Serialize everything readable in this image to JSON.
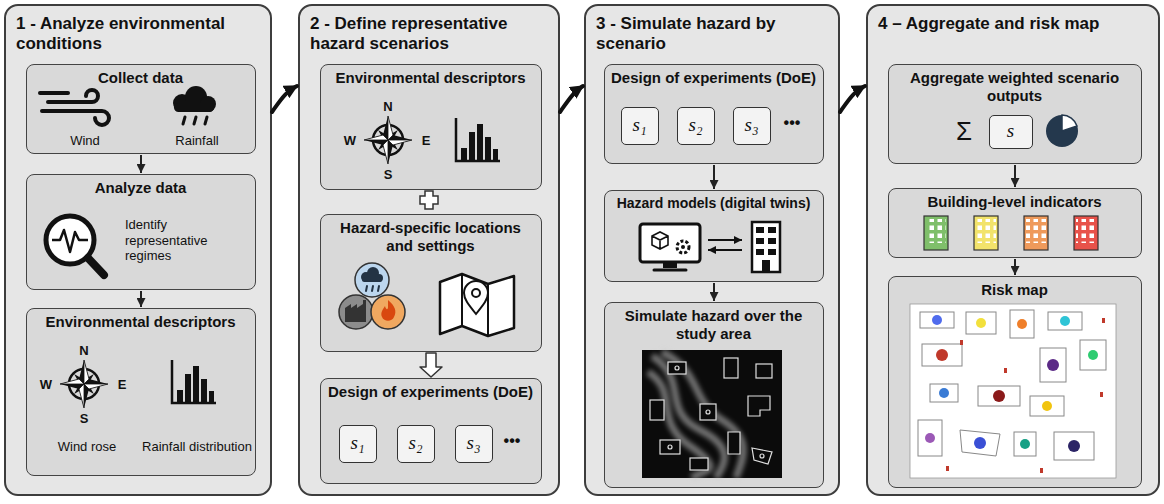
{
  "diagram": {
    "nodes": [
      {
        "text": [
          "1 - Analyze environmental conditions"
        ]
      },
      {
        "text": [
          "Collect data",
          "Wind",
          "Rainfall"
        ],
        "in": 0
      },
      {
        "text": [
          "Analyze data",
          "Identify representative regimes"
        ],
        "in": 0
      },
      {
        "text": [
          "Environmental descriptors",
          "Wind rose",
          "Rainfall distribution"
        ],
        "in": 0
      },
      {
        "text": [
          "2 - Define representative hazard scenarios"
        ]
      },
      {
        "text": [
          "Environmental descriptors"
        ],
        "in": 4
      },
      {
        "text": [
          "Hazard-specific locations and settings"
        ],
        "in": 4
      },
      {
        "text": [
          "Design of experiments (DoE)"
        ],
        "in": 4
      },
      {
        "text": [
          "s₁"
        ],
        "in": 7
      },
      {
        "text": [
          "s₂"
        ],
        "in": 7
      },
      {
        "text": [
          "s₃"
        ],
        "in": 7
      },
      {
        "text": [
          "3 - Simulate hazard by scenario"
        ]
      },
      {
        "text": [
          "Design of experiments (DoE)"
        ],
        "in": 11
      },
      {
        "text": [
          "s₁"
        ],
        "in": 12
      },
      {
        "text": [
          "s₂"
        ],
        "in": 12
      },
      {
        "text": [
          "s₃"
        ],
        "in": 12
      },
      {
        "text": [
          "Hazard models (digital twins)"
        ],
        "in": 11
      },
      {
        "text": [
          "Simulate hazard over the study area"
        ],
        "in": 11
      },
      {
        "text": [
          "4 – Aggregate and risk map"
        ]
      },
      {
        "text": [
          "Aggregate weighted scenario outputs"
        ],
        "in": 18
      },
      {
        "text": [
          "s"
        ],
        "in": 19
      },
      {
        "text": [
          "Building-level indicators"
        ],
        "in": 18
      },
      {
        "text": [
          "Risk map"
        ],
        "in": 18
      }
    ],
    "edges": [
      {
        "from": 1,
        "to": 2,
        "arrow": "to"
      },
      {
        "from": 2,
        "to": 3,
        "arrow": "to"
      },
      {
        "from": 0,
        "to": 4,
        "arrow": "to"
      },
      {
        "from": 6,
        "to": 7,
        "arrow": "to"
      },
      {
        "from": 4,
        "to": 11,
        "arrow": "to"
      },
      {
        "from": 12,
        "to": 16,
        "arrow": "to"
      },
      {
        "from": 16,
        "to": 17,
        "arrow": "to"
      },
      {
        "from": 11,
        "to": 18,
        "arrow": "to"
      },
      {
        "from": 19,
        "to": 21,
        "arrow": "to"
      },
      {
        "from": 21,
        "to": 22,
        "arrow": "to"
      }
    ],
    "labels": [
      "N",
      "W",
      "E",
      "S",
      "N",
      "W",
      "E",
      "S",
      "•••",
      "•••",
      "Σ"
    ]
  }
}
